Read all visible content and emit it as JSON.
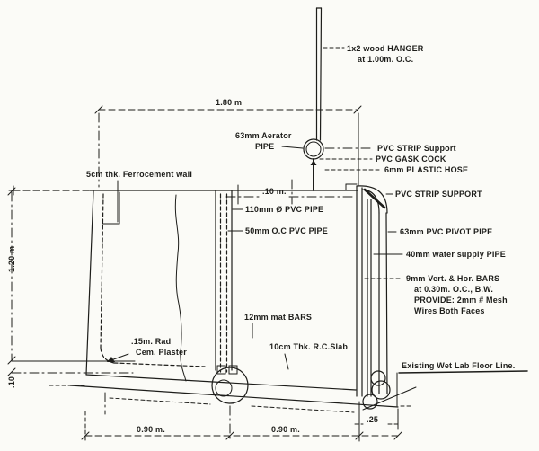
{
  "drawing": {
    "title": "Ferrocement aerator tank - section detail",
    "colors": {
      "ink": "#1d1d1a",
      "paper": "#fbfbf7"
    },
    "labels": {
      "hanger1": "1x2 wood HANGER",
      "hanger2": "at 1.00m. O.C.",
      "aerator1": "63mm Aerator",
      "aerator2": "PIPE",
      "strip_support_top": "PVC STRIP Support",
      "gask_cock": "PVC GASK COCK",
      "plastic_hose": "6mm PLASTIC HOSE",
      "strip_support2": "PVC STRIP SUPPORT",
      "wall": "5cm thk. Ferrocement wall",
      "pipe110": "110mm Ø PVC PIPE",
      "pipe50": "50mm O.C PVC PIPE",
      "pivot": "63mm PVC PIVOT PIPE",
      "water": "40mm water supply PIPE",
      "bars1": "9mm Vert. & Hor. BARS",
      "bars2": "at 0.30m. O.C., B.W.",
      "bars3": "PROVIDE: 2mm # Mesh",
      "bars4": "Wires Both Faces",
      "mat_bars": "12mm mat BARS",
      "slab": "10cm Thk. R.C.Slab",
      "plaster1": ".15m. Rad",
      "plaster2": "Cem. Plaster",
      "floor_line": "Existing Wet Lab Floor Line."
    },
    "dims": {
      "width_top": "1.80 m",
      "rim_offset": ".10 m.",
      "height": "1.20 m",
      "slab_step": ".10",
      "bay1": "0.90 m.",
      "bay2": "0.90 m.",
      "offset_right": ".25"
    }
  }
}
